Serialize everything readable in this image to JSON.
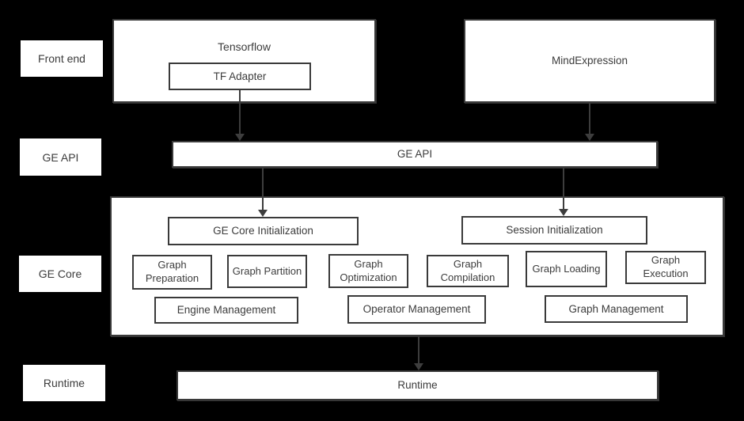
{
  "colors": {
    "background": "#000000",
    "box_fill": "#ffffff",
    "box_border": "#3a3a3a",
    "text": "#3c3c3c",
    "arrow": "#3d3d3d"
  },
  "row_labels": {
    "front_end": "Front end",
    "ge_api": "GE API",
    "ge_core": "GE Core",
    "runtime": "Runtime"
  },
  "front_end": {
    "tensorflow_label": "Tensorflow",
    "tf_adapter_label": "TF Adapter",
    "mindexpression_label": "MindExpression"
  },
  "ge_api": {
    "bar_label": "GE API"
  },
  "ge_core": {
    "init_label": "GE Core Initialization",
    "session_label": "Session Initialization",
    "modules": [
      "Graph Preparation",
      "Graph Partition",
      "Graph Optimization",
      "Graph Compilation",
      "Graph Loading",
      "Graph Execution"
    ],
    "management": [
      "Engine Management",
      "Operator Management",
      "Graph Management"
    ]
  },
  "runtime": {
    "bar_label": "Runtime"
  }
}
